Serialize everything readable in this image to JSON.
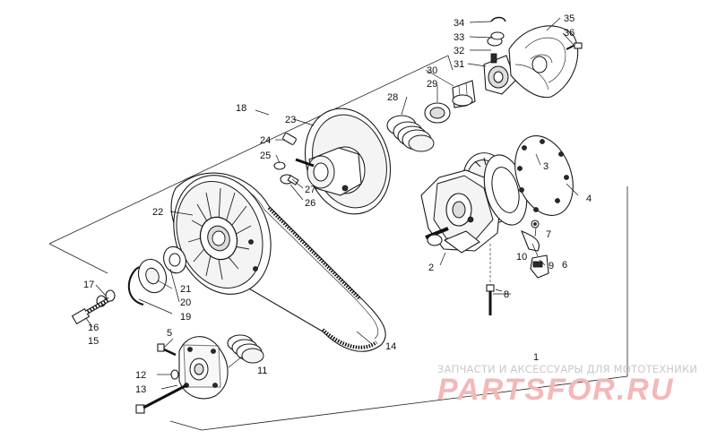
{
  "callouts": {
    "c1": "1",
    "c2": "2",
    "c3": "3",
    "c4": "4",
    "c5": "5",
    "c6": "6",
    "c7": "7",
    "c8": "8",
    "c9": "9",
    "c10": "10",
    "c11": "11",
    "c12": "12",
    "c13": "13",
    "c14": "14",
    "c15": "15",
    "c16": "16",
    "c17": "17",
    "c18": "18",
    "c19": "19",
    "c20": "20",
    "c21": "21",
    "c22": "22",
    "c23": "23",
    "c24": "24",
    "c25": "25",
    "c26": "26",
    "c27": "27",
    "c28": "28",
    "c29": "29",
    "c30": "30",
    "c31": "31",
    "c32": "32",
    "c33": "33",
    "c34": "34",
    "c35": "35",
    "c36": "36"
  },
  "watermark": {
    "caption": "ЗАПЧАСТИ И АКСЕССУАРЫ ДЛЯ МОТОТЕХНИКИ",
    "brand": "PARTSFOR.RU"
  }
}
